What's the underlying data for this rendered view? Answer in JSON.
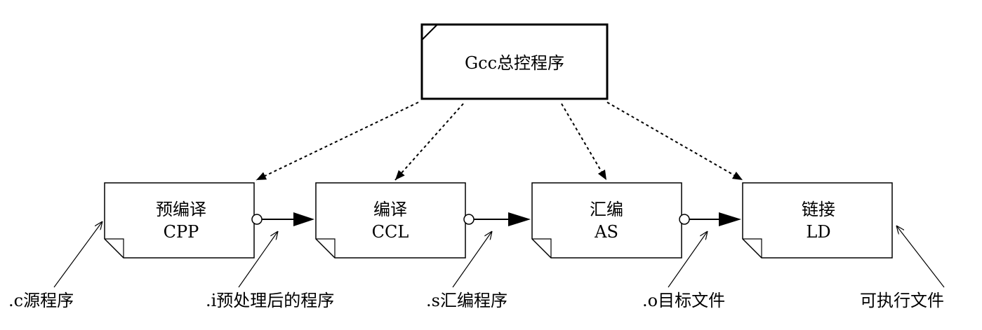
{
  "controller": {
    "label": "Gcc总控程序"
  },
  "stages": [
    {
      "name": "预编译",
      "code": "CPP"
    },
    {
      "name": "编译",
      "code": "CCL"
    },
    {
      "name": "汇编",
      "code": "AS"
    },
    {
      "name": "链接",
      "code": "LD"
    }
  ],
  "files": [
    {
      "label": ".c源程序"
    },
    {
      "label": ".i预处理后的程序"
    },
    {
      "label": ".s汇编程序"
    },
    {
      "label": ".o目标文件"
    },
    {
      "label": "可执行文件"
    }
  ]
}
